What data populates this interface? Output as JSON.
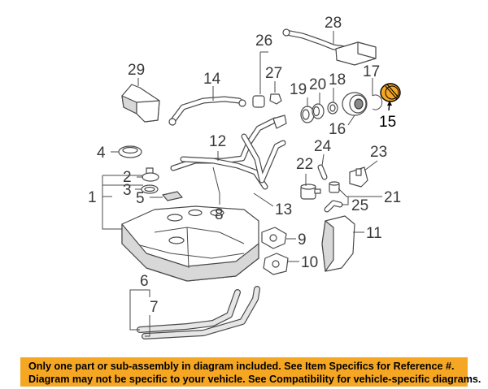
{
  "callouts": {
    "c1": "1",
    "c2": "2",
    "c3": "3",
    "c4": "4",
    "c5": "5",
    "c6": "6",
    "c7": "7",
    "c8": "8",
    "c9": "9",
    "c10": "10",
    "c11": "11",
    "c12": "12",
    "c13": "13",
    "c14": "14",
    "c15": "15",
    "c16": "16",
    "c17": "17",
    "c18": "18",
    "c19": "19",
    "c20": "20",
    "c21": "21",
    "c22": "22",
    "c23": "23",
    "c24": "24",
    "c25": "25",
    "c26": "26",
    "c27": "27",
    "c28": "28",
    "c29": "29"
  },
  "highlighted_part": "15",
  "banner": {
    "line1": "Only one part or sub-assembly in diagram included. See Item Specifics for Reference #.",
    "line2": "Diagram may not be specific to your vehicle. See Compatibility for vehicle-specific diagrams.",
    "background": "#f5a623"
  },
  "colors": {
    "line": "#4a4a4a",
    "highlight_part": "#f5a623"
  }
}
